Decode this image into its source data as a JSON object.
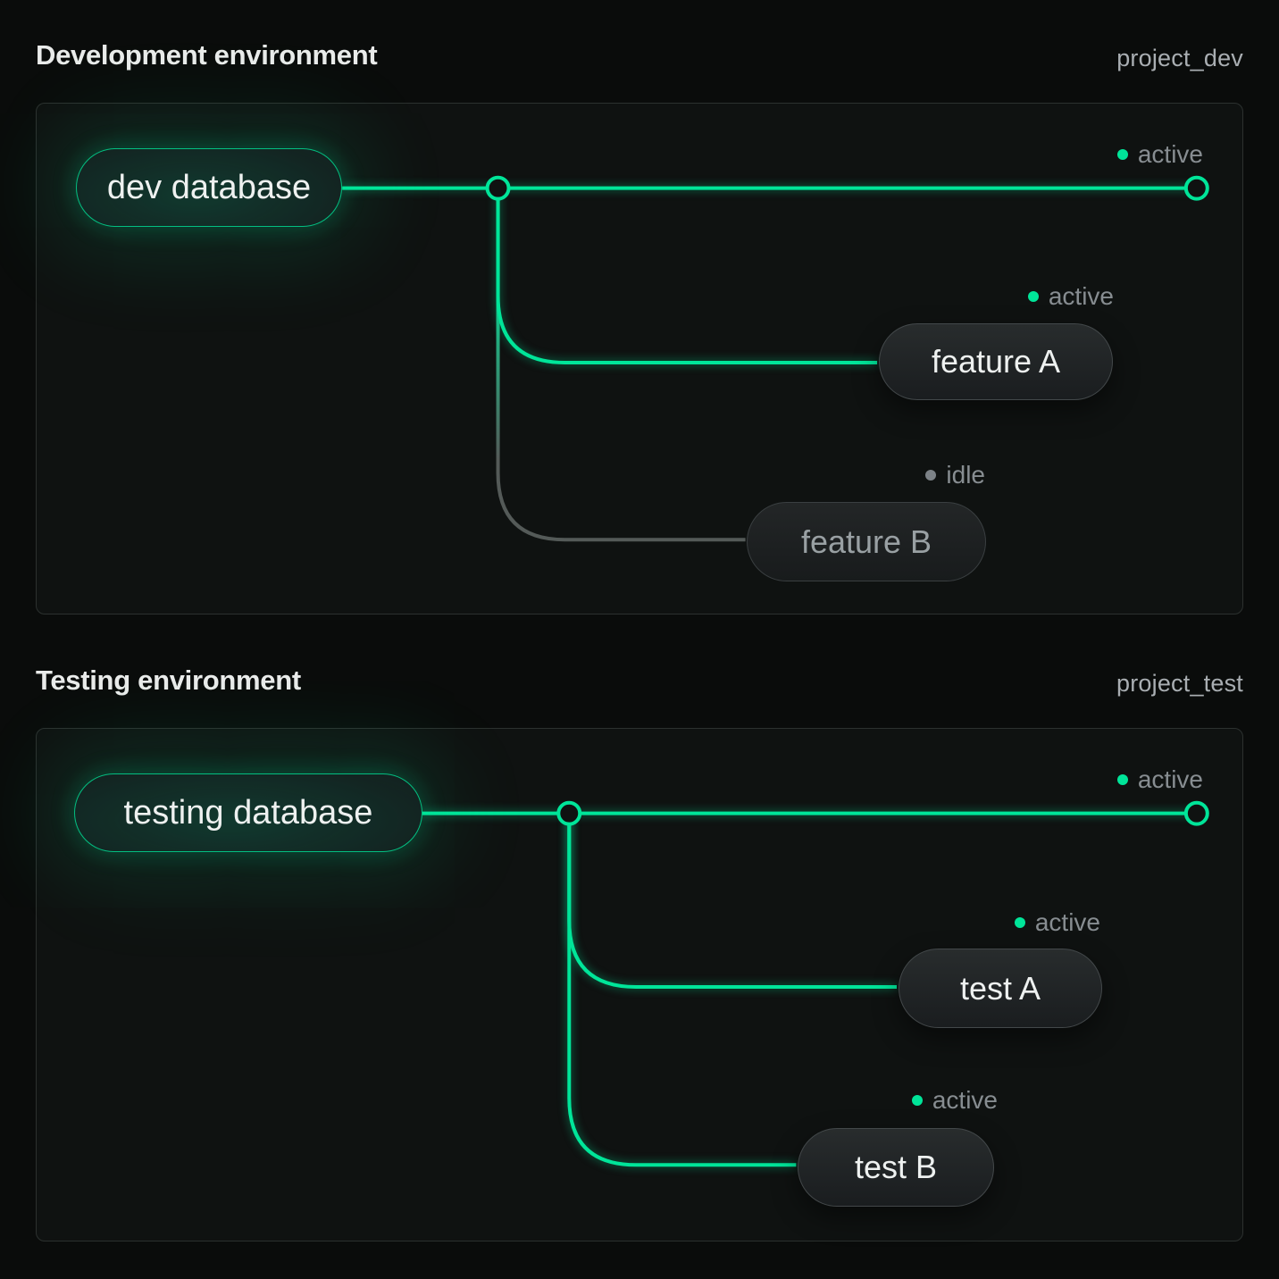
{
  "colors": {
    "accent_green": "#00e599",
    "idle_line_gray": "#545a58",
    "status_text_gray": "#878d91",
    "idle_dot_gray": "#7c8287"
  },
  "environments": [
    {
      "title": "Development environment",
      "project_id": "project_dev",
      "database": {
        "label": "dev database",
        "status": "active"
      },
      "branches": [
        {
          "label": "feature A",
          "status": "active"
        },
        {
          "label": "feature B",
          "status": "idle"
        }
      ]
    },
    {
      "title": "Testing environment",
      "project_id": "project_test",
      "database": {
        "label": "testing database",
        "status": "active"
      },
      "branches": [
        {
          "label": "test A",
          "status": "active"
        },
        {
          "label": "test B",
          "status": "active"
        }
      ]
    }
  ]
}
